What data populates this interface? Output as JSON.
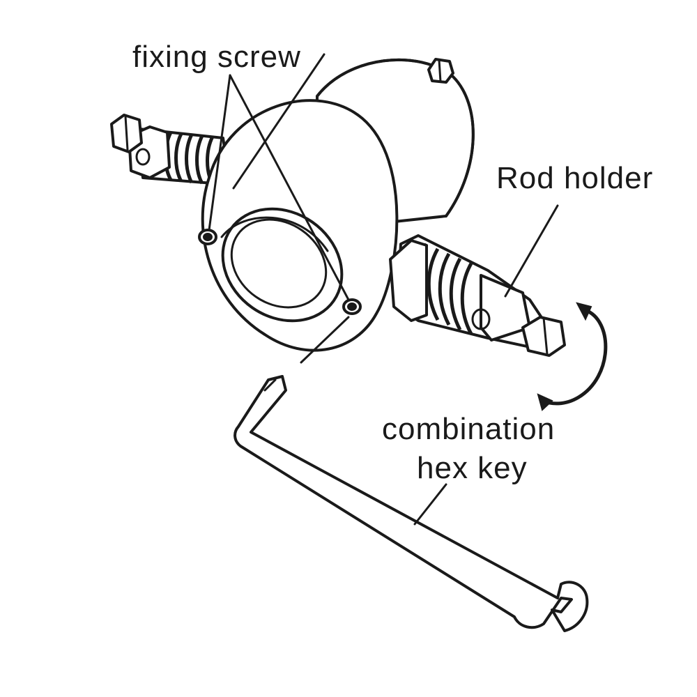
{
  "labels": {
    "fixing_screw": "fixing screw",
    "rod_holder": "Rod holder",
    "combination_line1": "combination",
    "combination_line2": "hex key"
  },
  "colors": {
    "ink": "#1a1a1a",
    "background": "#ffffff"
  }
}
